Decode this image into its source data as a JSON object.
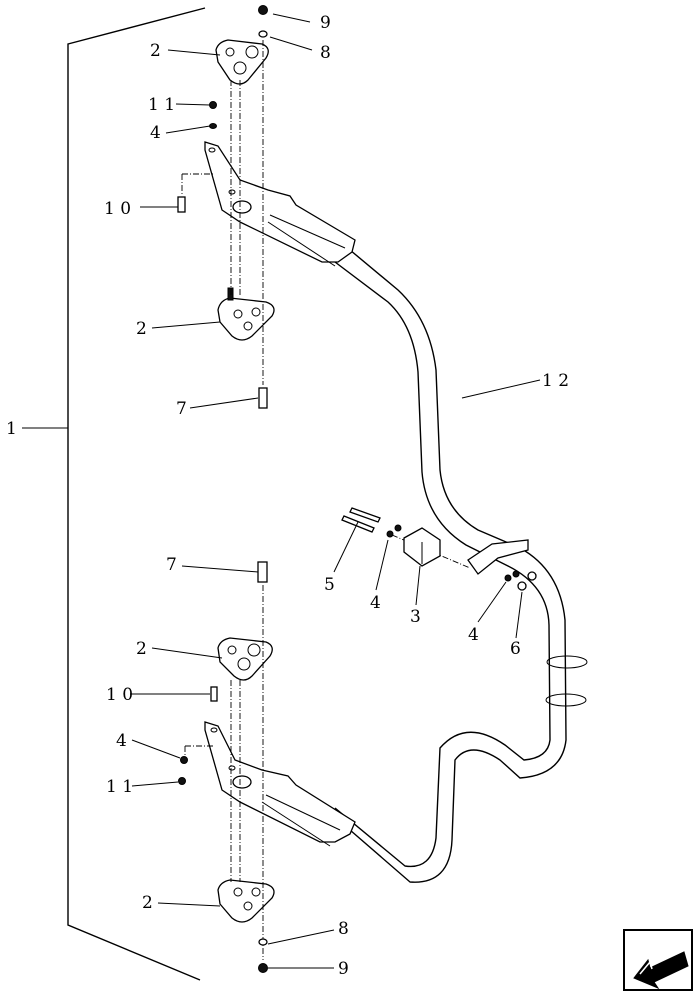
{
  "callouts": [
    {
      "id": "c1",
      "label": "1"
    },
    {
      "id": "c2a",
      "label": "2"
    },
    {
      "id": "c2b",
      "label": "2"
    },
    {
      "id": "c2c",
      "label": "2"
    },
    {
      "id": "c2d",
      "label": "2"
    },
    {
      "id": "c3",
      "label": "3"
    },
    {
      "id": "c4a",
      "label": "4"
    },
    {
      "id": "c4b",
      "label": "4"
    },
    {
      "id": "c4c",
      "label": "4"
    },
    {
      "id": "c4d",
      "label": "4"
    },
    {
      "id": "c5",
      "label": "5"
    },
    {
      "id": "c6",
      "label": "6"
    },
    {
      "id": "c7a",
      "label": "7"
    },
    {
      "id": "c7b",
      "label": "7"
    },
    {
      "id": "c8a",
      "label": "8"
    },
    {
      "id": "c8b",
      "label": "8"
    },
    {
      "id": "c9a",
      "label": "9"
    },
    {
      "id": "c9b",
      "label": "9"
    },
    {
      "id": "c10a",
      "label": "1 0"
    },
    {
      "id": "c10b",
      "label": "1 0"
    },
    {
      "id": "c11a",
      "label": "1 1"
    },
    {
      "id": "c11b",
      "label": "1 1"
    },
    {
      "id": "c12",
      "label": "1 2"
    }
  ],
  "nav_icon": "arrow-navigation-icon"
}
